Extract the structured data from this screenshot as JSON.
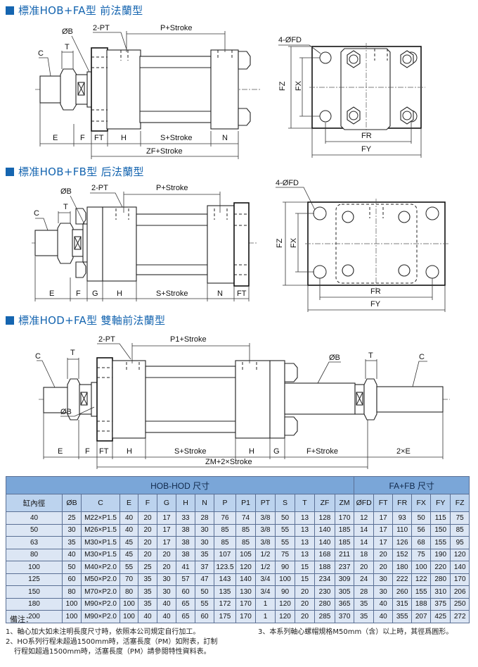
{
  "sections": [
    {
      "title": "標准HOB+FA型 前法蘭型",
      "labels": {
        "pt": "2-PT",
        "p_stroke": "P+Stroke",
        "ob": "ØB",
        "c": "C",
        "t": "T",
        "e": "E",
        "f": "F",
        "ft": "FT",
        "h": "H",
        "s_stroke": "S+Stroke",
        "n": "N",
        "zf_stroke": "ZF+Stroke"
      },
      "plan_labels": {
        "fd": "4-ØFD",
        "fz": "FZ",
        "fx": "FX",
        "fr": "FR",
        "fy": "FY"
      }
    },
    {
      "title": "標准HOB+FB型 后法蘭型",
      "labels": {
        "pt": "2-PT",
        "p_stroke": "P+Stroke",
        "ob": "ØB",
        "c": "C",
        "t": "T",
        "e": "E",
        "f": "F",
        "g": "G",
        "h": "H",
        "s_stroke": "S+Stroke",
        "n": "N",
        "ft": "FT"
      },
      "plan_labels": {
        "fd": "4-ØFD",
        "fz": "FZ",
        "fx": "FX",
        "fr": "FR",
        "fy": "FY"
      }
    },
    {
      "title": "標准HOD+FA型 雙軸前法蘭型",
      "labels": {
        "pt": "2-PT",
        "p1_stroke": "P1+Stroke",
        "c": "C",
        "t": "T",
        "ob": "ØB",
        "ob2": "ØB",
        "t2": "T",
        "c2": "C",
        "e": "E",
        "f": "F",
        "ft": "FT",
        "h": "H",
        "s_stroke": "S+Stroke",
        "h2": "H",
        "g": "G",
        "f_stroke": "F+Stroke",
        "two_e": "2×E",
        "zm_stroke": "ZM+2×Stroke"
      }
    }
  ],
  "table": {
    "group_headers": [
      "HOB-HOD 尺寸",
      "FA+FB 尺寸"
    ],
    "columns": [
      "缸內徑",
      "ØB",
      "C",
      "E",
      "F",
      "G",
      "H",
      "N",
      "P",
      "P1",
      "PT",
      "S",
      "T",
      "ZF",
      "ZM",
      "ØFD",
      "FT",
      "FR",
      "FX",
      "FY",
      "FZ"
    ],
    "rows": [
      [
        "40",
        "25",
        "M22×P1.5",
        "40",
        "20",
        "17",
        "33",
        "28",
        "76",
        "74",
        "3/8",
        "50",
        "13",
        "128",
        "170",
        "12",
        "17",
        "93",
        "50",
        "115",
        "75"
      ],
      [
        "50",
        "30",
        "M26×P1.5",
        "40",
        "20",
        "17",
        "38",
        "30",
        "85",
        "85",
        "3/8",
        "55",
        "13",
        "140",
        "185",
        "14",
        "17",
        "110",
        "56",
        "150",
        "85"
      ],
      [
        "63",
        "35",
        "M30×P1.5",
        "45",
        "20",
        "17",
        "38",
        "30",
        "85",
        "85",
        "3/8",
        "55",
        "13",
        "140",
        "185",
        "14",
        "17",
        "126",
        "68",
        "155",
        "95"
      ],
      [
        "80",
        "40",
        "M30×P1.5",
        "45",
        "20",
        "20",
        "38",
        "35",
        "107",
        "105",
        "1/2",
        "75",
        "13",
        "168",
        "211",
        "18",
        "20",
        "152",
        "75",
        "190",
        "120"
      ],
      [
        "100",
        "50",
        "M40×P2.0",
        "55",
        "25",
        "20",
        "41",
        "37",
        "123.5",
        "120",
        "1/2",
        "90",
        "15",
        "188",
        "237",
        "20",
        "20",
        "180",
        "100",
        "220",
        "140"
      ],
      [
        "125",
        "60",
        "M50×P2.0",
        "70",
        "35",
        "30",
        "57",
        "47",
        "143",
        "140",
        "3/4",
        "100",
        "15",
        "234",
        "309",
        "24",
        "30",
        "222",
        "122",
        "280",
        "170"
      ],
      [
        "150",
        "80",
        "M70×P2.0",
        "80",
        "35",
        "30",
        "60",
        "50",
        "135",
        "130",
        "3/4",
        "90",
        "20",
        "230",
        "305",
        "28",
        "30",
        "260",
        "155",
        "310",
        "206"
      ],
      [
        "180",
        "100",
        "M90×P2.0",
        "100",
        "35",
        "40",
        "65",
        "55",
        "172",
        "170",
        "1",
        "120",
        "20",
        "280",
        "365",
        "35",
        "40",
        "315",
        "188",
        "375",
        "250"
      ],
      [
        "200",
        "100",
        "M90×P2.0",
        "100",
        "40",
        "40",
        "65",
        "60",
        "175",
        "170",
        "1",
        "120",
        "20",
        "285",
        "370",
        "35",
        "40",
        "355",
        "207",
        "425",
        "272"
      ]
    ]
  },
  "notes": {
    "heading": "備注：",
    "items": [
      "1、軸心加大如未注明長度尺寸時，依照本公司規定自行加工。",
      "2、HO系列行程未超過1500mm時，活塞長度（PM）如附表，訂制",
      "行程如超過1500mm時，活塞長度（PM）請參閱特性資料表。",
      "3、本系列軸心螺帽規格M50mm（含）以上時，其徑爲圓形。"
    ]
  },
  "colors": {
    "title_blue": "#1565b0",
    "group_header": "#7aa6d8",
    "col_header": "#bcd3ee",
    "cell": "#dce6f4"
  }
}
